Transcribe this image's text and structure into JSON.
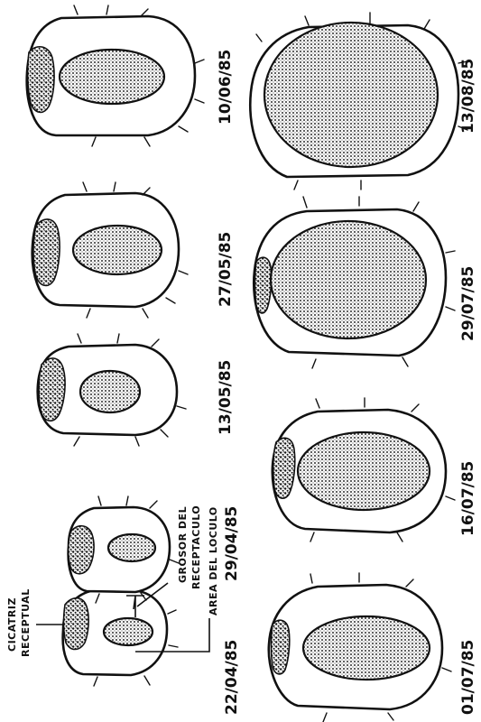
{
  "dates": {
    "d1": "22/04/85",
    "d2": "29/04/85",
    "d3": "13/05/85",
    "d4": "27/05/85",
    "d5": "10/06/85",
    "d6": "01/07/85",
    "d7": "16/07/85",
    "d8": "29/07/85",
    "d9": "13/08/85"
  },
  "labels": {
    "cicatriz": "CICATRIZ",
    "receptual": "RECEPTUAL",
    "grosor": "GROSOR DEL",
    "receptaculo": "RECEPTACULO",
    "area_loculo": "AREA DEL LOCULO"
  }
}
